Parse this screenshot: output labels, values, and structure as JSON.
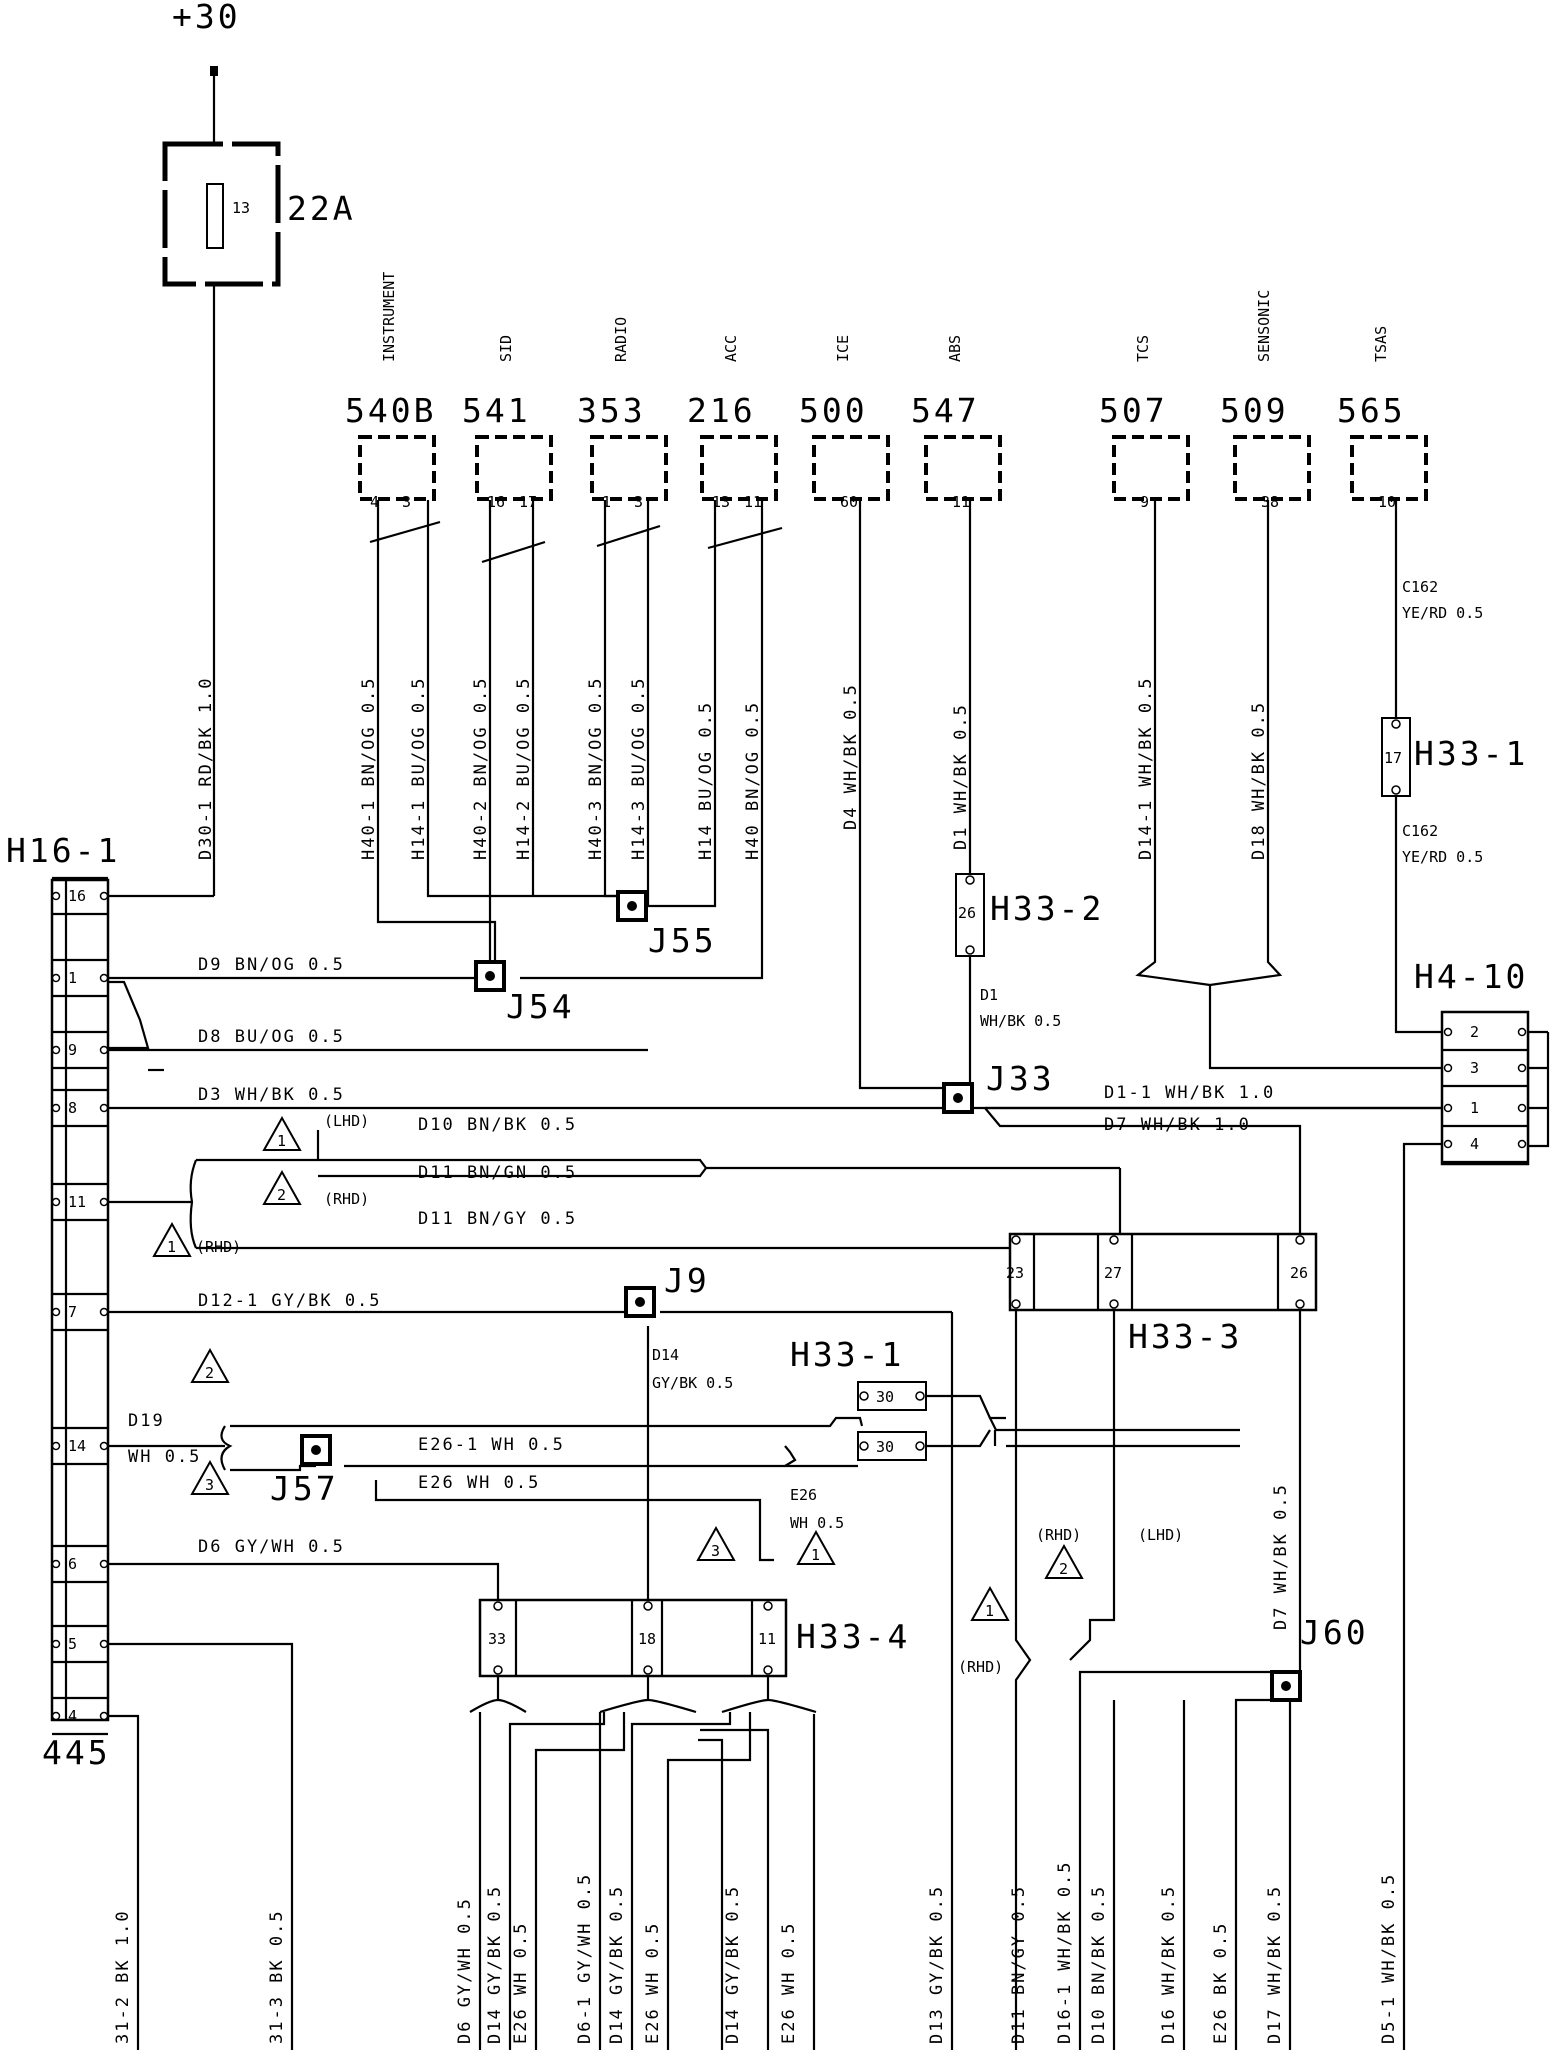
{
  "supply": {
    "label": "+30"
  },
  "fuse": {
    "name": "22A",
    "pin": "13"
  },
  "main_connector": {
    "name": "H16-1",
    "part": "445",
    "pins": [
      "16",
      "1",
      "9",
      "8",
      "11",
      "7",
      "14",
      "6",
      "5",
      "4"
    ]
  },
  "connectors_top": [
    {
      "num": "540B",
      "func": "INSTRUMENT",
      "pins": [
        "4",
        "3"
      ]
    },
    {
      "num": "541",
      "func": "SID",
      "pins": [
        "16",
        "17"
      ]
    },
    {
      "num": "353",
      "func": "RADIO",
      "pins": [
        "1",
        "3"
      ]
    },
    {
      "num": "216",
      "func": "ACC",
      "pins": [
        "13",
        "11"
      ]
    },
    {
      "num": "500",
      "func": "ICE",
      "pins": [
        "60"
      ]
    },
    {
      "num": "547",
      "func": "ABS",
      "pins": [
        "11"
      ]
    },
    {
      "num": "507",
      "func": "TCS",
      "pins": [
        "9"
      ]
    },
    {
      "num": "509",
      "func": "SENSONIC",
      "pins": [
        "38"
      ]
    },
    {
      "num": "565",
      "func": "TSAS",
      "pins": [
        "10"
      ]
    }
  ],
  "vertical_wires": {
    "d30": "D30-1 RD/BK 1.0",
    "h40_1": "H40-1 BN/OG 0.5",
    "h14_1": "H14-1 BU/OG 0.5",
    "h40_2": "H40-2 BN/OG 0.5",
    "h14_2": "H14-2 BU/OG 0.5",
    "h40_3": "H40-3 BN/OG 0.5",
    "h14_3": "H14-3 BU/OG 0.5",
    "h14": "H14 BU/OG 0.5",
    "h40": "H40 BN/OG 0.5",
    "d4": "D4 WH/BK 0.5",
    "d1": "D1 WH/BK 0.5",
    "d14_1": "D14-1 WH/BK 0.5",
    "d18": "D18 WH/BK 0.5",
    "d7": "D7 WH/BK 0.5"
  },
  "c162": {
    "top_line1": "C162",
    "top_line2": "YE/RD 0.5",
    "bot_line1": "C162",
    "bot_line2": "YE/RD 0.5"
  },
  "splices": {
    "h33_1a": "H33-1",
    "h33_1a_pin": "17",
    "h33_2": "H33-2",
    "h33_2_pin": "26",
    "h4_10": "H4-10",
    "h4_10_pins": [
      "2",
      "3",
      "1",
      "4"
    ],
    "h33_3": "H33-3",
    "h33_3_pins": [
      "23",
      "27",
      "26"
    ],
    "h33_1b": "H33-1",
    "h33_1b_pins": [
      "30",
      "30"
    ],
    "h33_4": "H33-4",
    "h33_4_pins": [
      "33",
      "18",
      "11"
    ]
  },
  "junctions": {
    "j54": "J54",
    "j55": "J55",
    "j33": "J33",
    "j9": "J9",
    "j57": "J57",
    "j60": "J60"
  },
  "horizontal_wires": {
    "d9": "D9 BN/OG 0.5",
    "d8": "D8 BU/OG 0.5",
    "d3": "D3 WH/BK 0.5",
    "d10": "D10 BN/BK 0.5",
    "d11a": "D11 BN/GN 0.5",
    "d11b": "D11 BN/GY 0.5",
    "d12": "D12-1 GY/BK 0.5",
    "d19a": "D19",
    "d19b": "WH 0.5",
    "e26_1": "E26-1 WH 0.5",
    "e26": "E26 WH 0.5",
    "d6": "D6 GY/WH 0.5",
    "d1_1": "D1-1 WH/BK 1.0",
    "d7h": "D7 WH/BK 1.0",
    "d1_l1": "D1",
    "d1_l2": "WH/BK 0.5",
    "d14_l1": "D14",
    "d14_l2": "GY/BK 0.5",
    "e26v_l1": "E26",
    "e26v_l2": "WH 0.5"
  },
  "variants": {
    "lhd": "(LHD)",
    "rhd": "(RHD)",
    "n1": "1",
    "n2": "2",
    "n3": "3"
  },
  "bottom_wires": [
    "31-2 BK 1.0",
    "31-3 BK 0.5",
    "D6 GY/WH 0.5",
    "D14 GY/BK 0.5",
    "E26 WH 0.5",
    "D6-1 GY/WH 0.5",
    "D14 GY/BK 0.5",
    "E26 WH 0.5",
    "D14 GY/BK 0.5",
    "E26 WH 0.5",
    "D13 GY/BK 0.5",
    "D11 BN/GY 0.5",
    "D16-1 WH/BK 0.5",
    "D10 BN/BK 0.5",
    "D16 WH/BK 0.5",
    "E26 BK 0.5",
    "D17 WH/BK 0.5",
    "D5-1 WH/BK 0.5"
  ]
}
